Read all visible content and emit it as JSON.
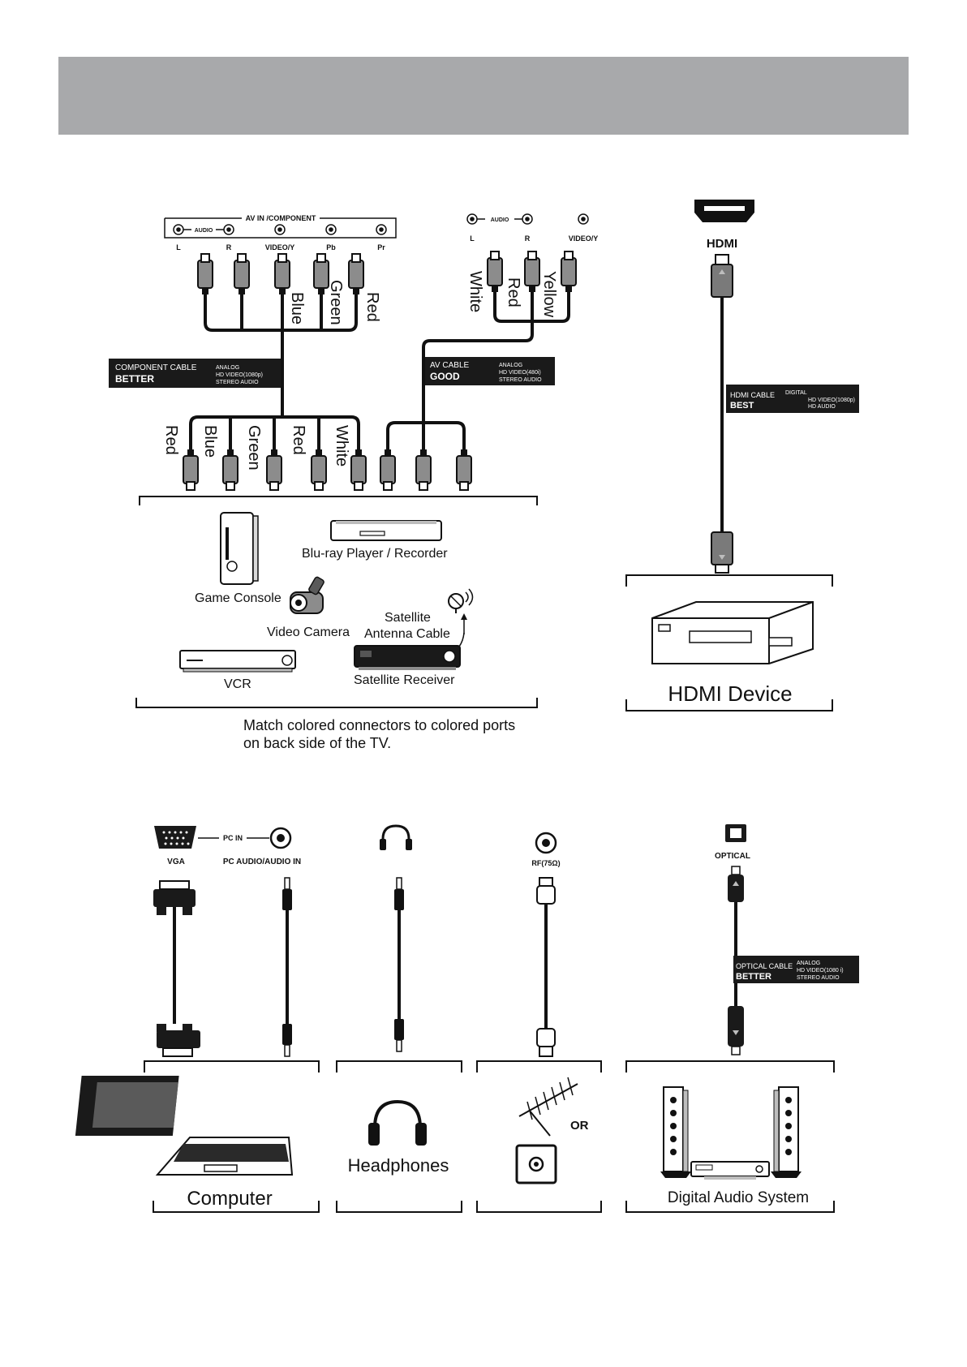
{
  "top": {
    "av_component_panel": {
      "title": "AV IN /COMPONENT",
      "audio_label": "AUDIO",
      "ports": [
        "L",
        "R",
        "VIDEO/Y",
        "Pb",
        "Pr"
      ]
    },
    "component_colors_top": [
      "Blue",
      "Green",
      "Red"
    ],
    "component_cable": {
      "name": "COMPONENT CABLE",
      "grade": "BETTER",
      "spec": [
        "ANALOG",
        "HD VIDEO(1080p)",
        "STEREO AUDIO"
      ]
    },
    "component_colors_bottom": [
      "Red",
      "Blue",
      "Green",
      "Red",
      "White"
    ],
    "av_panel": {
      "audio_label": "AUDIO",
      "ports": [
        "L",
        "R",
        "VIDEO/Y"
      ]
    },
    "av_colors": [
      "White",
      "Red",
      "Yellow"
    ],
    "av_cable": {
      "name": "AV CABLE",
      "grade": "GOOD",
      "spec": [
        "ANALOG",
        "HD VIDEO(480i)",
        "STEREO AUDIO"
      ]
    },
    "hdmi_port_label": "HDMI",
    "hdmi_cable": {
      "name": "HDMI CABLE",
      "grade": "BEST",
      "spec": [
        "DIGITAL",
        "HD VIDEO(1080p)",
        "HD AUDIO"
      ]
    },
    "devices": {
      "game_console": "Game Console",
      "bluray": "Blu-ray Player / Recorder",
      "video_camera": "Video Camera",
      "satellite_antenna": [
        "Satellite",
        "Antenna Cable"
      ],
      "vcr": "VCR",
      "satellite_receiver": "Satellite Receiver"
    },
    "hdmi_device_label": "HDMI Device",
    "note": [
      "Match colored connectors to colored ports",
      "on back side of the TV."
    ]
  },
  "bottom": {
    "pc_in_label": "PC IN",
    "vga_label": "VGA",
    "pc_audio_label": "PC AUDIO/AUDIO IN",
    "rf_label": "RF(75Ω)",
    "optical_label": "OPTICAL",
    "optical_cable": {
      "name": "OPTICAL CABLE",
      "grade": "BETTER",
      "spec": [
        "ANALOG",
        "HD VIDEO(1080 i)",
        "STEREO AUDIO"
      ]
    },
    "computer_label": "Computer",
    "headphones_label": "Headphones",
    "or_label": "OR",
    "digital_audio_label": "Digital Audio System"
  }
}
